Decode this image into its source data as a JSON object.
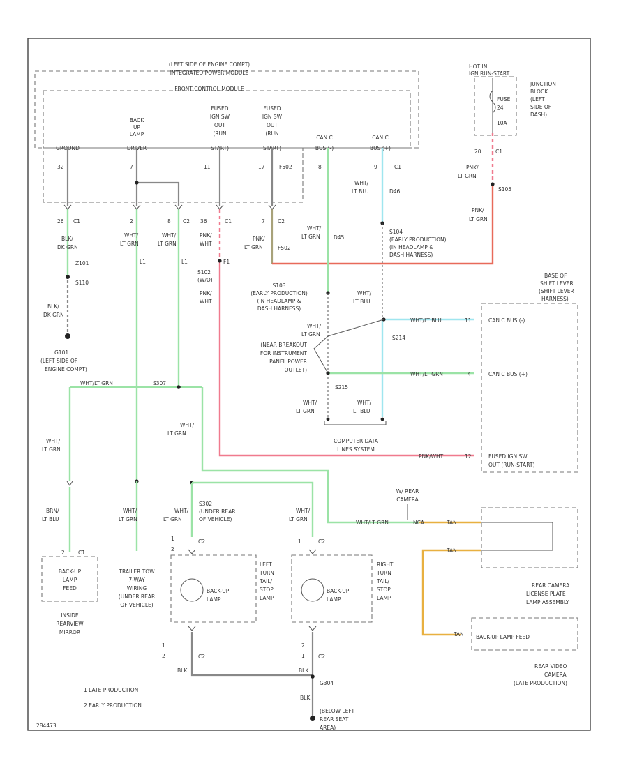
{
  "colors": {
    "green": "#9be3a6",
    "pink": "#f07a8e",
    "blue": "#9fe6ef",
    "orange": "#e8b040",
    "olive": "#a8a27a"
  },
  "labels": {
    "engine_compt": "(LEFT SIDE OF ENGINE COMPT)",
    "power_module": "INTEGRATED POWER MODULE",
    "front_control": "FRONT CONTROL MODULE",
    "pin_ground": "GROUND",
    "pin_backup": [
      "BACK",
      "UP",
      "LAMP",
      "DRIVER"
    ],
    "pin_fused1": [
      "FUSED",
      "IGN SW",
      "OUT",
      "(RUN",
      "START)"
    ],
    "pin_fused2": [
      "FUSED",
      "IGN SW",
      "OUT",
      "(RUN",
      "START)"
    ],
    "pin_canc_minus": [
      "CAN C",
      "BUS (-)"
    ],
    "pin_canc_plus": [
      "CAN C",
      "BUS (+)"
    ],
    "hot_in": [
      "HOT IN",
      "IGN RUN-START"
    ],
    "junction_block": [
      "JUNCTION",
      "BLOCK",
      "(LEFT",
      "SIDE OF",
      "DASH)"
    ],
    "fuse": [
      "FUSE",
      "24",
      "10A"
    ],
    "conn_c1_jb": "C1",
    "pin_20": "20",
    "s105": "S105",
    "wire_pnk_ltgrn_a": [
      "PNK/",
      "LT GRN"
    ],
    "wire_pnk_ltgrn_b": [
      "PNK/",
      "LT GRN"
    ],
    "pin_32": "32",
    "pin_7a": "7",
    "pin_11": "11",
    "pin_17": "17",
    "pin_8": "8",
    "pin_9": "9",
    "pin_c1_top": "C1",
    "b_pin_26": "26",
    "b_c1": "C1",
    "b_pin_2": "2",
    "b_pin_8": "8",
    "b_c2": "C2",
    "b_pin_36": "36",
    "b_c1b": "C1",
    "b_pin_7": "7",
    "b_c2b": "C2",
    "wire_blk_dkgrn": [
      "BLK/",
      "DK GRN"
    ],
    "wire_wht_ltgrn_1": [
      "WHT/",
      "LT GRN"
    ],
    "wire_wht_ltgrn_2": [
      "WHT/",
      "LT GRN"
    ],
    "wire_pnk_wht": [
      "PNK/",
      "WHT"
    ],
    "wire_pnk_ltgrn_c": [
      "PNK/",
      "LT GRN"
    ],
    "wire_wht_ltgrn_3": [
      "WHT/",
      "LT GRN"
    ],
    "wire_wht_ltblu_1": [
      "WHT/",
      "LT BLU"
    ],
    "code_z101": "Z101",
    "code_l1": "L1",
    "code_l1b": "L1",
    "code_f1": "F1",
    "code_f502": "F502",
    "code_d45": "D45",
    "code_d46": "D46",
    "s110": "S110",
    "s102": [
      "S102",
      "(W/O)"
    ],
    "s104": [
      "S104",
      "(EARLY PRODUCTION)",
      "(IN HEADLAMP &",
      "DASH HARNESS)"
    ],
    "s103": [
      "S103",
      "(EARLY PRODUCTION)",
      "(IN HEADLAMP &",
      "DASH HARNESS)"
    ],
    "wire_pnk_wht_2": [
      "PNK/",
      "WHT"
    ],
    "wire_blk_dkgrn_2": [
      "BLK/",
      "DK GRN"
    ],
    "g101": [
      "G101",
      "(LEFT SIDE OF",
      "ENGINE COMPT)"
    ],
    "wire_wht_ltgrn_4": [
      "WHT/",
      "LT GRN"
    ],
    "wire_wht_ltblu_2": [
      "WHT/",
      "LT BLU"
    ],
    "rear_breakout": [
      "(NEAR BREAKOUT",
      "FOR INSTRUMENT",
      "PANEL POWER",
      "OUTLET)"
    ],
    "s214": "S214",
    "s215": "S215",
    "wire_wht_ltgrn_5": [
      "WHT/",
      "LT GRN"
    ],
    "wire_wht_ltblu_3": [
      "WHT/",
      "LT BLU"
    ],
    "comp_data": [
      "COMPUTER DATA",
      "LINES SYSTEM"
    ],
    "shifter": [
      "BASE OF",
      "SHIFT LEVER",
      "(SHIFT LEVER",
      "HARNESS)"
    ],
    "shifter_w1": "WHT/LT BLU",
    "shifter_w2": "WHT/LT GRN",
    "shifter_w3": "PNK/WHT",
    "shifter_p1": "11",
    "shifter_p2": "4",
    "shifter_p3": "12",
    "canc_minus": "CAN C BUS (-)",
    "canc_plus": "CAN C BUS (+)",
    "fused_ign": [
      "FUSED IGN SW",
      "OUT (RUN-START)"
    ],
    "s307": "S307",
    "wire_wht_ltgrn_6": [
      "WHT/",
      "LT GRN"
    ],
    "wire_wht_ltgrn_7": [
      "WHT/",
      "LT GRN"
    ],
    "wire_brn_ltblu": [
      "BRN/",
      "LT BLU"
    ],
    "backup_lamp_feed_box": [
      "BACK-UP",
      "LAMP",
      "FEED"
    ],
    "inside_mirror": [
      "INSIDE",
      "REARVIEW",
      "MIRROR"
    ],
    "inside_mirror_pin": "2",
    "inside_mirror_c1": "C1",
    "trailer_tow": [
      "TRAILER TOW",
      "7-WAY",
      "WIRING",
      "(UNDER REAR",
      "OF VEHICLE)"
    ],
    "wire_wht_ltgrn_8": [
      "WHT/",
      "LT GRN"
    ],
    "wire_wht_ltgrn_9": [
      "WHT/",
      "LT GRN"
    ],
    "wire_wht_ltgrn_10": [
      "WHT/",
      "LT GRN"
    ],
    "wire_wht_ltgrn_11": "WHT/LT GRN",
    "s302": [
      "S302",
      "(UNDER REAR",
      "OF VEHICLE)"
    ],
    "rear_camera_label": [
      "W/ REAR",
      "CAMERA"
    ],
    "nc_label": "NCA",
    "left_lamp": [
      "LEFT",
      "TURN",
      "TAIL/",
      "STOP",
      "LAMP"
    ],
    "right_lamp": [
      "RIGHT",
      "TURN",
      "TAIL/",
      "STOP",
      "LAMP"
    ],
    "backup_lamp": [
      "BACK-UP",
      "LAMP"
    ],
    "backup_lamp2": [
      "BACK-UP",
      "LAMP"
    ],
    "lamp_c2a": "C2",
    "lamp_c2b": "C2",
    "lamp_c2c": "C2",
    "lamp_c2d": "C2",
    "lamp_pin_1": "1",
    "lamp_pin_2": "2",
    "lamp_pin_3": "1",
    "lamp_pin_4": "2",
    "lamp_pin_5": "1",
    "lamp_pin_6": "2",
    "lamp_pin_7": "1",
    "lamp_pin_8": "2",
    "wire_blk": "BLK",
    "wire_blk_2": "BLK",
    "wire_blk_3": [
      "BLK"
    ],
    "g304": "G304",
    "below_left": [
      "(BELOW LEFT",
      "REAR SEAT",
      "AREA)"
    ],
    "rear_cam_lic": [
      "REAR CAMERA",
      "LICENSE PLATE",
      "LAMP ASSEMBLY"
    ],
    "tan_1": "TAN",
    "tan_2": "TAN",
    "tan_3": "TAN",
    "backup_lamp_feed_cam": "BACK-UP LAMP FEED",
    "rear_video": [
      "REAR VIDEO",
      "CAMERA",
      "(LATE PRODUCTION)"
    ],
    "legend_1": "1  LATE PRODUCTION",
    "legend_2": "2  EARLY PRODUCTION",
    "footer_code": "284473"
  }
}
